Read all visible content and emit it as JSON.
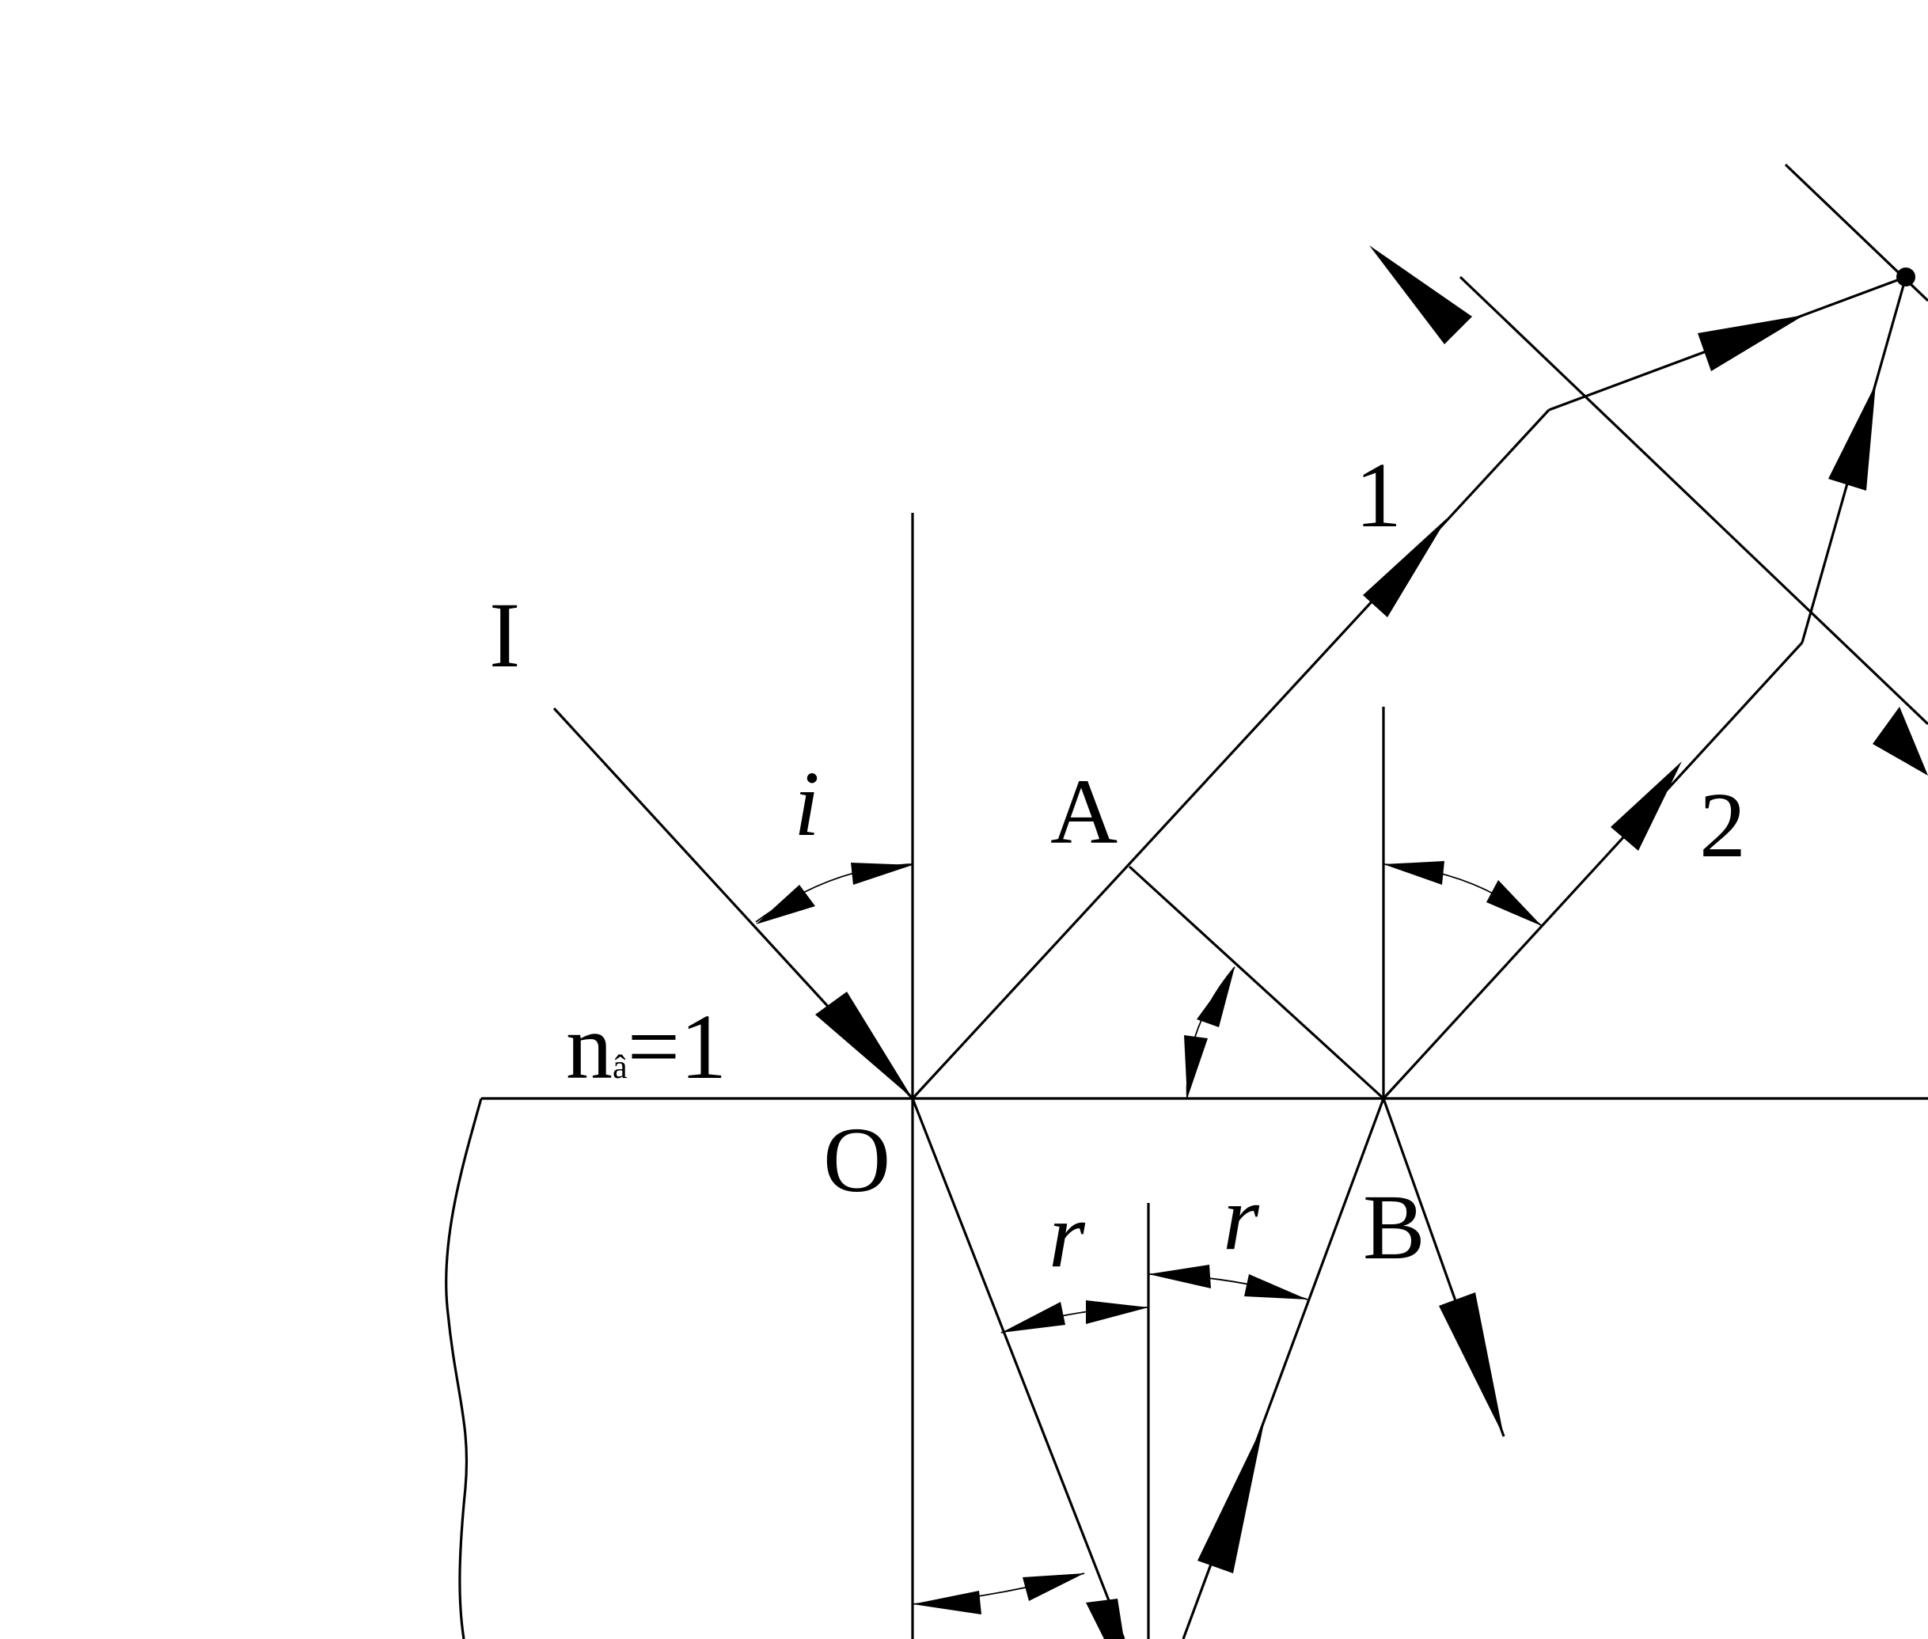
{
  "diagram": {
    "labels": {
      "incident": "I",
      "angle_i": "i",
      "point_a": "A",
      "point_o": "O",
      "point_b": "B",
      "ray_1": "1",
      "ray_2": "2",
      "angle_r_left": "r",
      "angle_r_right": "r",
      "refractive_index_prefix": "n",
      "refractive_index_sub": "â",
      "refractive_index_value": "=1"
    },
    "colors": {
      "ink": "#000000",
      "background": "#ffffff"
    }
  }
}
